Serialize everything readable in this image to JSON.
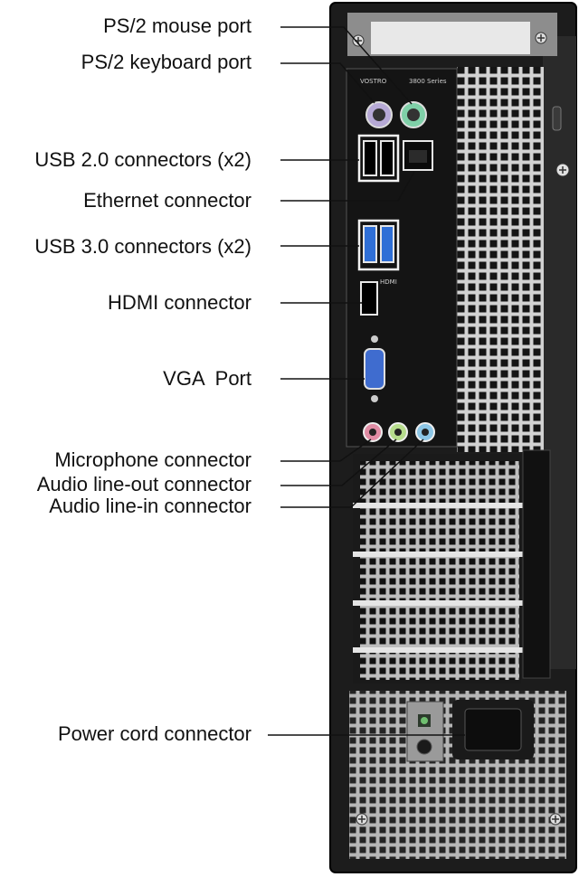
{
  "labels": {
    "ps2_mouse": "PS/2 mouse port",
    "ps2_keyboard": "PS/2 keyboard port",
    "usb2": "USB 2.0 connectors (x2)",
    "ethernet": "Ethernet connector",
    "usb3": "USB 3.0 connectors (x2)",
    "hdmi": "HDMI connector",
    "vga": "VGA  Port",
    "microphone": "Microphone connector",
    "audio_out": "Audio line-out connector",
    "audio_in": "Audio line-in connector",
    "power": "Power cord connector"
  },
  "panel_text": {
    "brand": "VOSTRO",
    "series": "3800 Series",
    "hdmi_mark": "HDMI"
  },
  "colors": {
    "chassis": "#1c1c1c",
    "io_panel": "#141414",
    "grille": "#b9b9b9",
    "ps2_keyboard": "#b6a9d6",
    "ps2_mouse": "#7fd0a8",
    "usb3": "#2f6fd6",
    "vga": "#3f6ccf",
    "mic": "#e08ca4",
    "line_out": "#b6dc8c",
    "line_in": "#8cc6e6"
  }
}
